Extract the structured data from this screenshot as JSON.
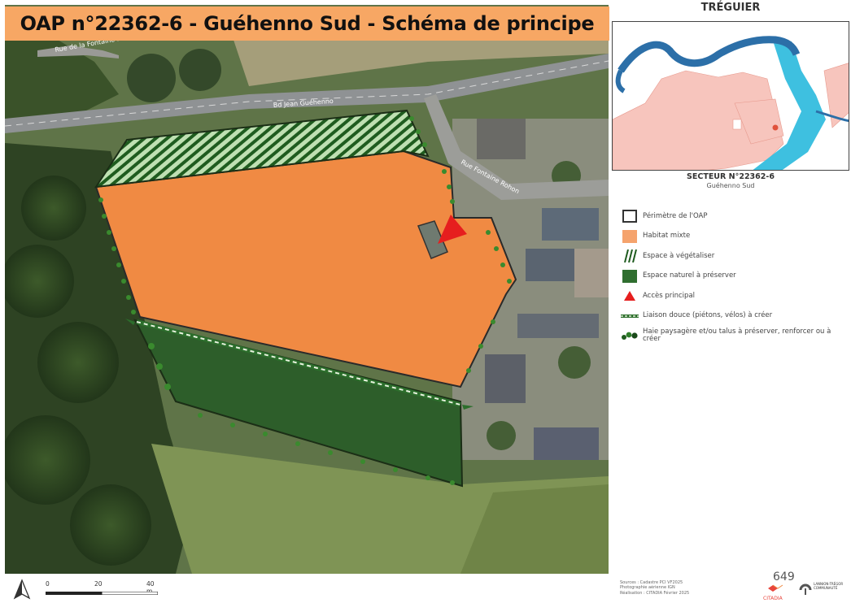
{
  "title": "OAP n°22362-6 - Guéhenno Sud - Schéma de principe",
  "map_labels": {
    "road_upper": "Rue de la Fontaine Keranger",
    "road_main": "Bd Jean Guéhenno",
    "road_side": "Rue Fontaine Rohon"
  },
  "locator": {
    "title": "TRÉGUIER",
    "sector_title": "SECTEUR N°22362-6",
    "sector_subtitle": "Guéhenno Sud"
  },
  "legend": [
    {
      "id": "perimeter",
      "label": "Périmètre de l'OAP"
    },
    {
      "id": "habitat",
      "label": "Habitat mixte"
    },
    {
      "id": "vegetalise",
      "label": "Espace à végétaliser"
    },
    {
      "id": "espace-naturel",
      "label": "Espace naturel à préserver"
    },
    {
      "id": "acces",
      "label": "Accès principal"
    },
    {
      "id": "liaison",
      "label": "Liaison douce (piétons, vélos) à créer"
    },
    {
      "id": "haie",
      "label": "Haie paysagère et/ou talus à préserver, renforcer ou à créer"
    }
  ],
  "scale": {
    "labels": [
      "0",
      "20",
      "40 m"
    ]
  },
  "sources": [
    "Sources : Cadastre PCI VF2025",
    "Photographie aérienne IGN",
    "Réalisation : CITADIA Février 2025"
  ],
  "page_number": "649",
  "logos": {
    "citadia": "CITADIA",
    "lannion": "LANNION-TRÉGOR COMMUNAUTÉ"
  },
  "colors": {
    "title_bg": "#f7a764",
    "habitat": "#f08a43",
    "espace_naturel": "#2f6e2f",
    "vegetalise_stripe": "#1f5c1f",
    "acces": "#e61e1e",
    "locator_town": "#f7c5bd",
    "locator_river": "#2c6fa8",
    "locator_water_light": "#3ec0e0"
  }
}
